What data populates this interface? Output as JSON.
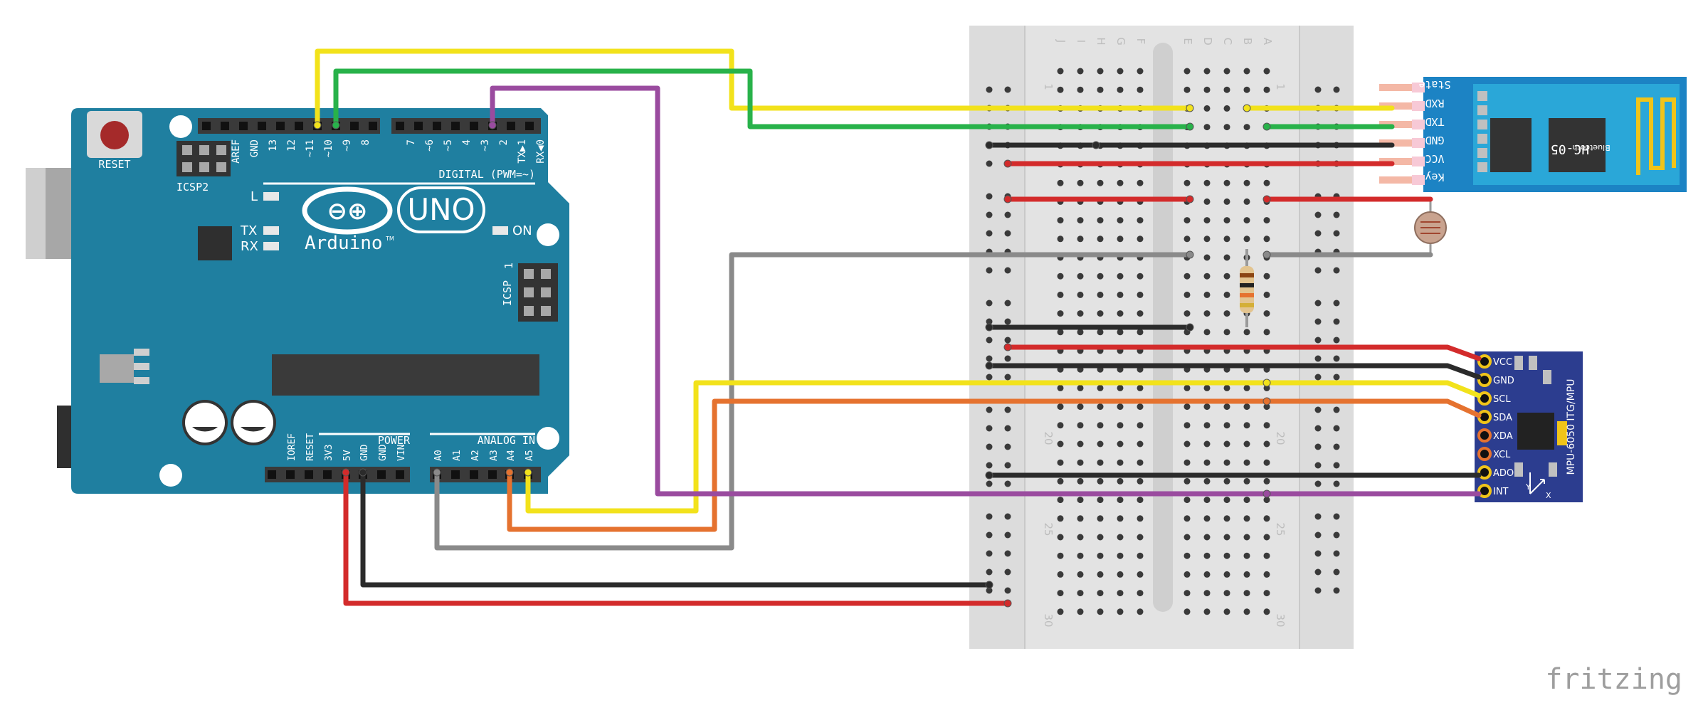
{
  "arduino": {
    "reset_label": "RESET",
    "icsp2_label": "ICSP2",
    "icsp_label": "ICSP",
    "icsp_pin1": "1",
    "logo_symbol": "⊖⊕",
    "uno_text": "UNO",
    "brand": "Arduino",
    "trademark": "TM",
    "led_l": "L",
    "led_tx": "TX",
    "led_rx": "RX",
    "led_on": "ON",
    "digital_label": "DIGITAL (PWM=~)",
    "digital_pins": [
      "AREF",
      "GND",
      "13",
      "12",
      "~11",
      "~10",
      "~9",
      "8",
      "7",
      "~6",
      "~5",
      "4",
      "~3",
      "2",
      "TX▶1",
      "RX◀0"
    ],
    "power_label": "POWER",
    "power_pins": [
      "IOREF",
      "RESET",
      "3V3",
      "5V",
      "GND",
      "GND",
      "VIN"
    ],
    "analog_label": "ANALOG IN",
    "analog_pins": [
      "A0",
      "A1",
      "A2",
      "A3",
      "A4",
      "A5"
    ]
  },
  "breadboard": {
    "left_columns": [
      "J",
      "I",
      "H",
      "G",
      "F"
    ],
    "right_columns": [
      "E",
      "D",
      "C",
      "B",
      "A"
    ],
    "row_numbers": [
      "1",
      "20",
      "25",
      "30"
    ],
    "right_row_numbers": [
      "1",
      "20",
      "25",
      "30"
    ]
  },
  "bluetooth": {
    "pins": [
      "State",
      "RXD",
      "TXD",
      "GND",
      "VCC",
      "Key"
    ],
    "model": "HC-05",
    "subtitle": "Bluetooth"
  },
  "mpu": {
    "pins": [
      "VCC",
      "GND",
      "SCL",
      "SDA",
      "XDA",
      "XCL",
      "ADO",
      "INT"
    ],
    "label": "MPU-6050 ITG/MPU",
    "axis_y": "Y",
    "axis_x": "X"
  },
  "watermark": "fritzing",
  "colors": {
    "arduino_board": "#1f7fa0",
    "breadboard": "#e3e3e3",
    "wire_yellow": "#f2e21b",
    "wire_green": "#28b24a",
    "wire_purple": "#9a4b9f",
    "wire_red": "#d32b2b",
    "wire_black": "#2b2b2b",
    "wire_gray": "#8a8a8a",
    "wire_orange": "#e5722f",
    "bluetooth_board": "#1c83c4",
    "mpu_board": "#2c3d8f"
  }
}
